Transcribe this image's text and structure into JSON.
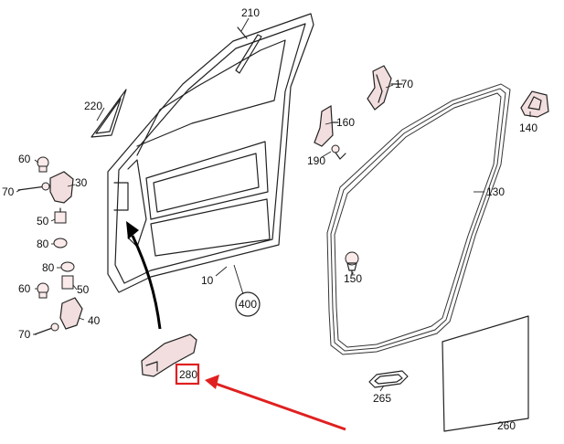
{
  "diagram": {
    "callouts": [
      {
        "id": "p210",
        "text": "210"
      },
      {
        "id": "p220",
        "text": "220"
      },
      {
        "id": "p170",
        "text": "170"
      },
      {
        "id": "p160",
        "text": "160"
      },
      {
        "id": "p140",
        "text": "140"
      },
      {
        "id": "p190",
        "text": "190"
      },
      {
        "id": "p130",
        "text": "130"
      },
      {
        "id": "p60a",
        "text": "60"
      },
      {
        "id": "p30",
        "text": "30"
      },
      {
        "id": "p70a",
        "text": "70"
      },
      {
        "id": "p50a",
        "text": "50"
      },
      {
        "id": "p80a",
        "text": "80"
      },
      {
        "id": "p80b",
        "text": "80"
      },
      {
        "id": "p60b",
        "text": "60"
      },
      {
        "id": "p50b",
        "text": "50"
      },
      {
        "id": "p10",
        "text": "10"
      },
      {
        "id": "p150",
        "text": "150"
      },
      {
        "id": "p400",
        "text": "400"
      },
      {
        "id": "p40",
        "text": "40"
      },
      {
        "id": "p70b",
        "text": "70"
      },
      {
        "id": "p280",
        "text": "280"
      },
      {
        "id": "p265",
        "text": "265"
      },
      {
        "id": "p260",
        "text": "260"
      }
    ],
    "highlight": {
      "part": "280",
      "color": "#e02020"
    },
    "colors": {
      "line": "#222222",
      "part_fill": "#f7e4e4",
      "arrow_black": "#000000",
      "arrow_red": "#e02020"
    }
  }
}
